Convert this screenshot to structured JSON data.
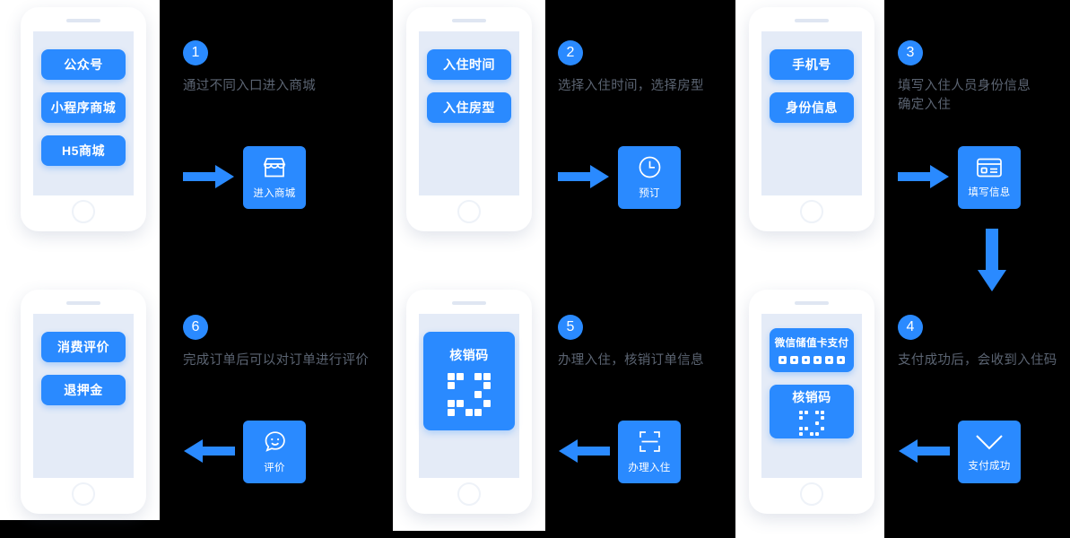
{
  "meta": {
    "accent_blue": "#2a8aff",
    "screen_bg": "#e4ebf7",
    "caption_color": "#5b6472",
    "panel_color": "#ffffff",
    "background": "#000000"
  },
  "steps": [
    {
      "number": "1",
      "caption": "通过不同入口进入商城",
      "tile_label": "进入商城",
      "tile_icon": "storefront-icon",
      "arrow": "arrow-right",
      "phone_items": [
        "公众号",
        "小程序商城",
        "H5商城"
      ]
    },
    {
      "number": "2",
      "caption": "选择入住时间，选择房型",
      "tile_label": "预订",
      "tile_icon": "clock-icon",
      "arrow": "arrow-right",
      "phone_items": [
        "入住时间",
        "入住房型"
      ]
    },
    {
      "number": "3",
      "caption": "填写入住人员身份信息\n确定入住",
      "tile_label": "填写信息",
      "tile_icon": "id-card-icon",
      "arrow": "arrow-right",
      "phone_items": [
        "手机号",
        "身份信息"
      ]
    },
    {
      "number": "4",
      "caption": "支付成功后，会收到入住码",
      "tile_label": "支付成功",
      "tile_icon": "check-icon",
      "arrow": "arrow-left",
      "phone_pay_card": {
        "title": "微信储值卡支付",
        "dot_count": 6
      },
      "phone_qr_card": {
        "title": "核销码"
      }
    },
    {
      "number": "5",
      "caption": "办理入住，核销订单信息",
      "tile_label": "办理入住",
      "tile_icon": "scan-frame-icon",
      "arrow": "arrow-left",
      "phone_qr_card": {
        "title": "核销码"
      }
    },
    {
      "number": "6",
      "caption": "完成订单后可以对订单进行评价",
      "tile_label": "评价",
      "tile_icon": "smiley-bubble-icon",
      "arrow": "arrow-left",
      "phone_items": [
        "消费评价",
        "退押金"
      ]
    }
  ],
  "connector": {
    "icon": "arrow-down",
    "from_step": "3",
    "to_step": "4"
  }
}
